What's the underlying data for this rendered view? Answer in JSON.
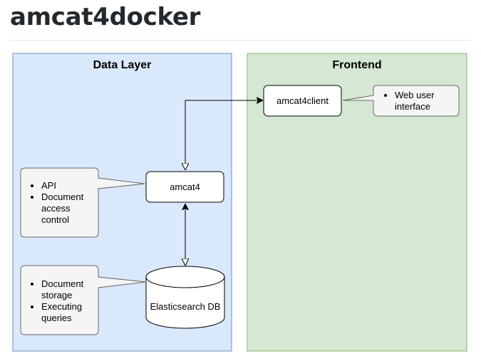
{
  "page": {
    "title": "amcat4docker"
  },
  "groups": {
    "data_layer": {
      "label": "Data Layer",
      "fill": "#dae8fc",
      "stroke": "#6c8ebf"
    },
    "frontend": {
      "label": "Frontend",
      "fill": "#d5e8d4",
      "stroke": "#82b366"
    }
  },
  "nodes": {
    "amcat4client": "amcat4client",
    "amcat4": "amcat4",
    "elasticsearch": "Elasticsearch DB"
  },
  "notes": {
    "client": [
      "Web user interface"
    ],
    "amcat4": [
      "API",
      "Document access control"
    ],
    "elastic": [
      "Document storage",
      "Executing queries"
    ]
  },
  "colors": {
    "note_fill": "#f5f5f5",
    "note_stroke": "#666666"
  }
}
